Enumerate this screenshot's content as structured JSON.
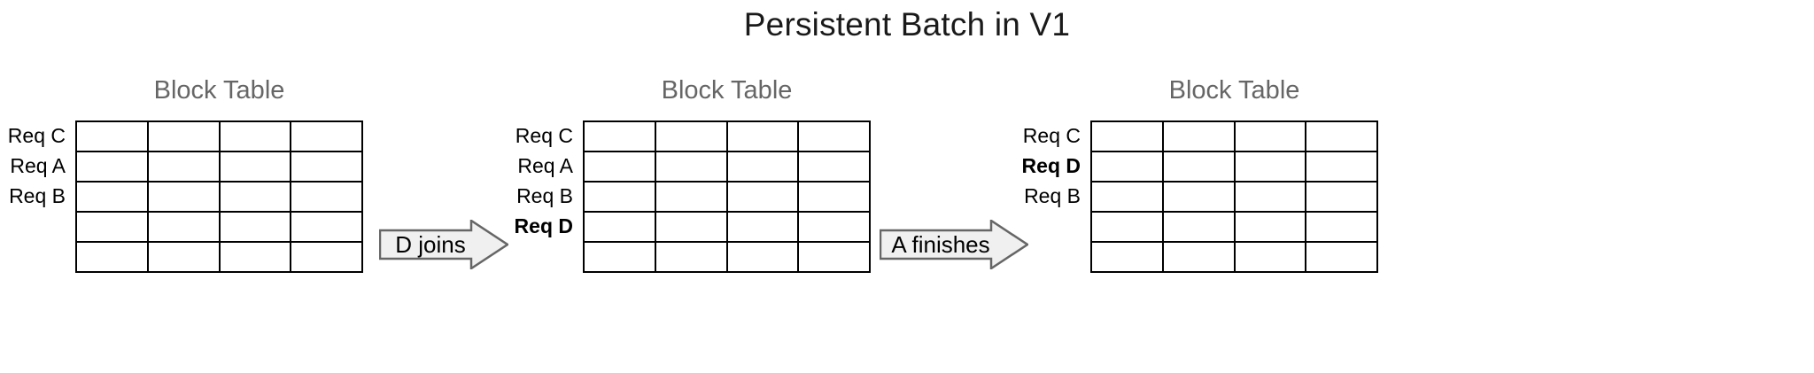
{
  "figure": {
    "title": "Persistent Batch in V1"
  },
  "colors": {
    "green": "#d5e8d4",
    "red": "#f5cdcd",
    "yellow": "#fdeec9",
    "blue": "#d4e3f5",
    "empty": "#ffffff",
    "grid_line": "#000000",
    "title_gray": "#666666",
    "arrow_fill": "#f0f0f0",
    "arrow_stroke": "#666666"
  },
  "table_spec": {
    "columns": 4,
    "rows": 5
  },
  "stages": [
    {
      "title": "Block Table",
      "rows": [
        {
          "label": "Req C",
          "color": "green",
          "bold": false,
          "filled": true
        },
        {
          "label": "Req A",
          "color": "red",
          "bold": false,
          "filled": true
        },
        {
          "label": "Req B",
          "color": "yellow",
          "bold": false,
          "filled": true
        },
        {
          "label": "",
          "color": "empty",
          "bold": false,
          "filled": false
        },
        {
          "label": "",
          "color": "empty",
          "bold": false,
          "filled": false
        }
      ]
    },
    {
      "title": "Block Table",
      "rows": [
        {
          "label": "Req C",
          "color": "green",
          "bold": false,
          "filled": true
        },
        {
          "label": "Req A",
          "color": "red",
          "bold": false,
          "filled": true
        },
        {
          "label": "Req B",
          "color": "yellow",
          "bold": false,
          "filled": true
        },
        {
          "label": "Req D",
          "color": "blue",
          "bold": true,
          "filled": true
        },
        {
          "label": "",
          "color": "empty",
          "bold": false,
          "filled": false
        }
      ]
    },
    {
      "title": "Block Table",
      "rows": [
        {
          "label": "Req C",
          "color": "green",
          "bold": false,
          "filled": true
        },
        {
          "label": "Req D",
          "color": "blue",
          "bold": true,
          "filled": true
        },
        {
          "label": "Req B",
          "color": "yellow",
          "bold": false,
          "filled": true
        },
        {
          "label": "",
          "color": "empty",
          "bold": false,
          "filled": false
        },
        {
          "label": "",
          "color": "empty",
          "bold": false,
          "filled": false
        }
      ]
    }
  ],
  "transitions": [
    {
      "label": "D joins"
    },
    {
      "label": "A finishes"
    }
  ]
}
